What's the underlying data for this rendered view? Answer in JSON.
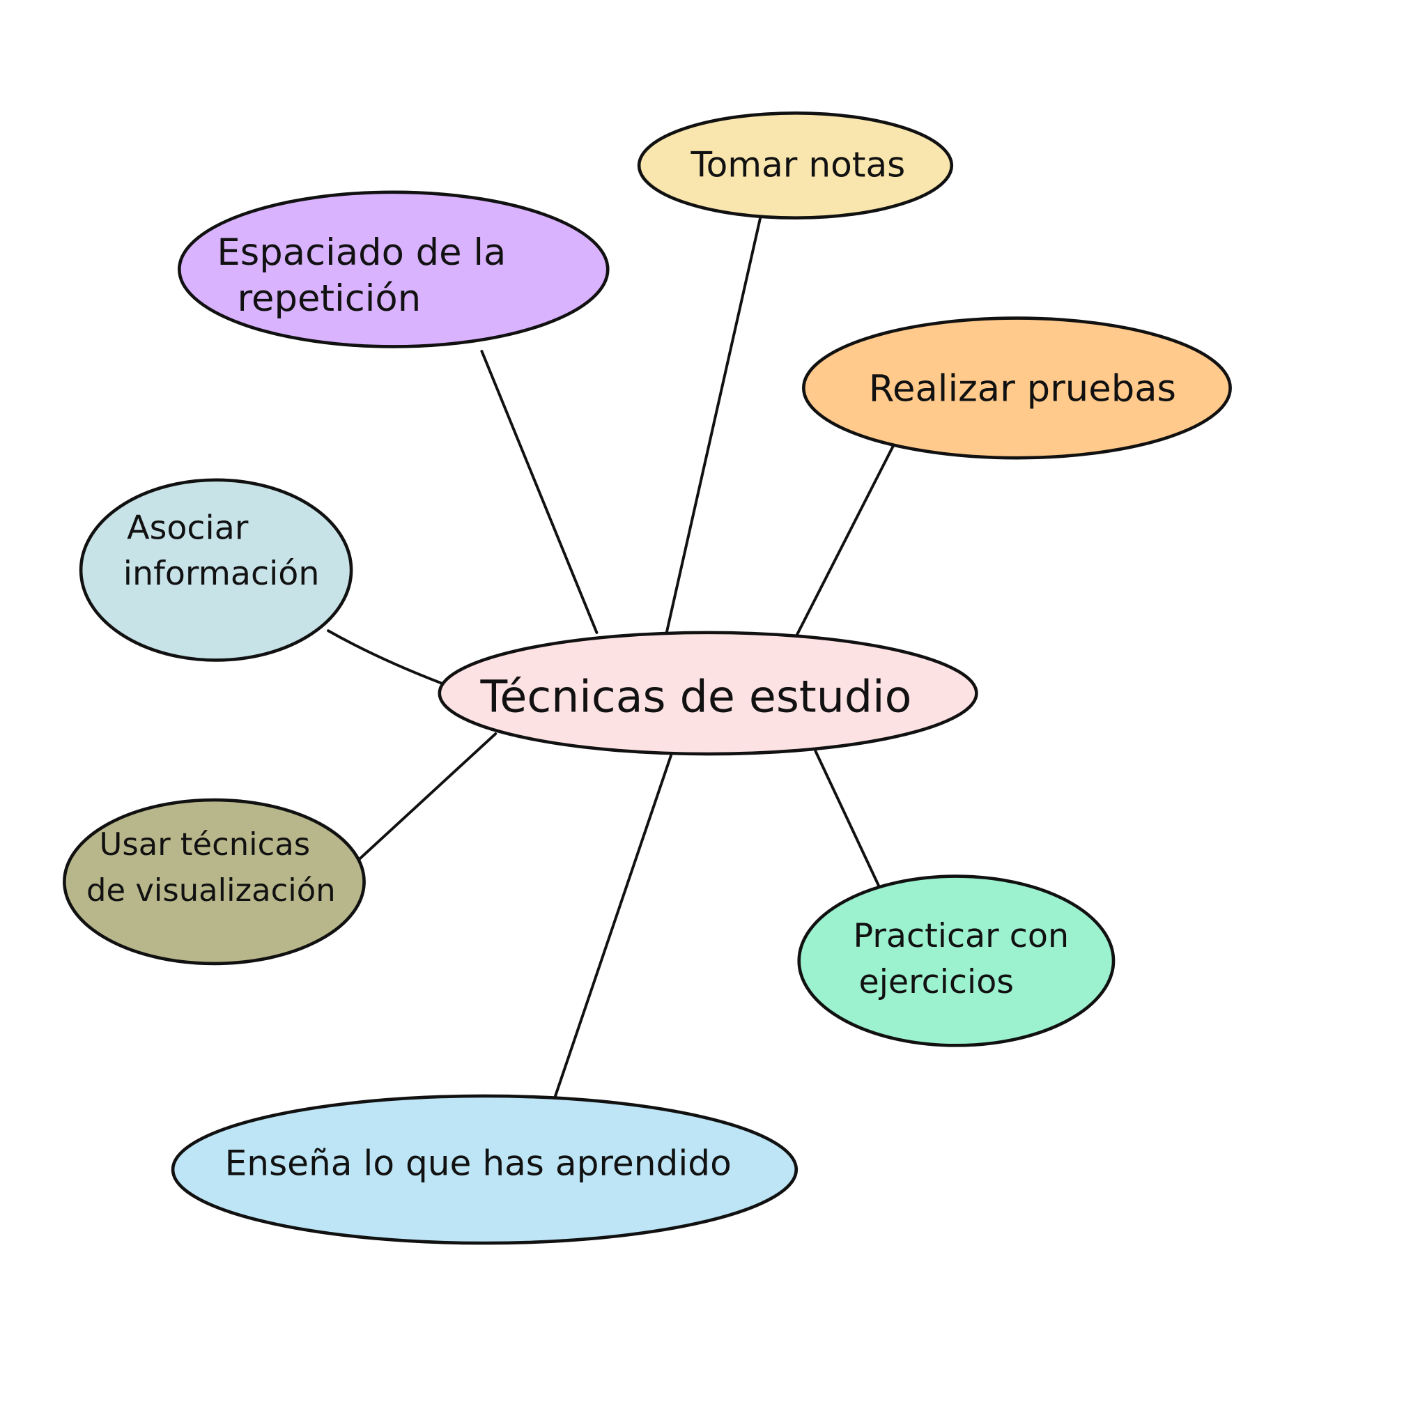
{
  "diagram": {
    "type": "mind-map",
    "center": {
      "label": "Técnicas de estudio",
      "color": "#FDE2E4"
    },
    "nodes": [
      {
        "id": "tomar-notas",
        "lines": [
          "Tomar notas"
        ],
        "color": "#F9E6AE"
      },
      {
        "id": "espaciado",
        "lines": [
          "Espaciado de la",
          "repetición"
        ],
        "color": "#D9B3FD"
      },
      {
        "id": "realizar-pruebas",
        "lines": [
          "Realizar pruebas"
        ],
        "color": "#FFCA8C"
      },
      {
        "id": "asociar",
        "lines": [
          "Asociar",
          "información"
        ],
        "color": "#C7E3E8"
      },
      {
        "id": "visualizacion",
        "lines": [
          "Usar técnicas",
          "de visualización"
        ],
        "color": "#B8B78B"
      },
      {
        "id": "practicar",
        "lines": [
          "Practicar con",
          "ejercicios"
        ],
        "color": "#9CF1CF"
      },
      {
        "id": "ensena",
        "lines": [
          "Enseña lo que has aprendido"
        ],
        "color": "#BDE5F5"
      }
    ]
  }
}
